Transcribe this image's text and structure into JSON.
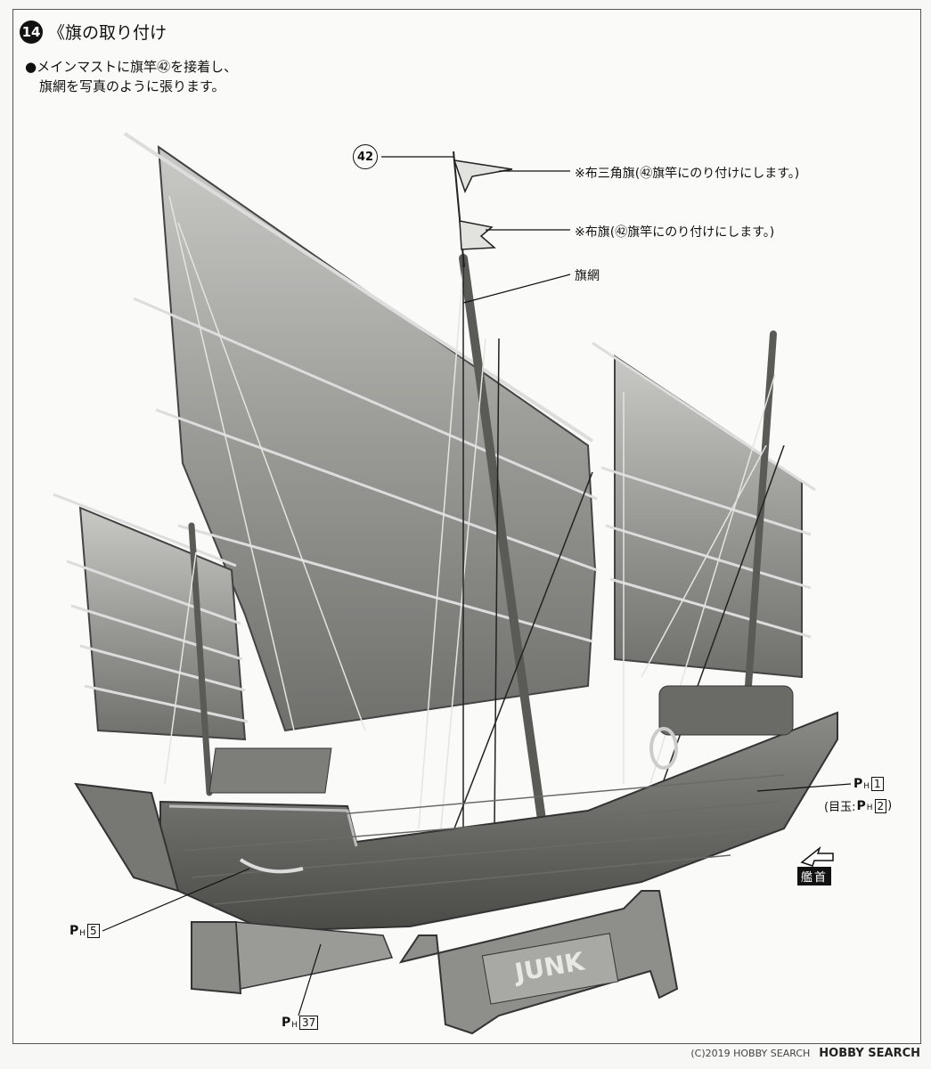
{
  "step": {
    "number": "14",
    "title": "《旗の取り付け"
  },
  "instructions": {
    "line1": "●メインマストに旗竿㊷を接着し、",
    "line2": "旗網を写真のように張ります。"
  },
  "callouts": {
    "part42": "42",
    "triangle_flag": "※布三角旗(㊷旗竿にのり付けにします。)",
    "cloth_flag": "※布旗(㊷旗竿にのり付けにします。)",
    "flag_line": "旗網"
  },
  "refs": {
    "ph1": {
      "p": "P",
      "h": "H",
      "num": "1"
    },
    "ph1_note": {
      "prefix": "(目玉:",
      "p": "P",
      "h": "H",
      "num": "2",
      "suffix": ")"
    },
    "ph5": {
      "p": "P",
      "h": "H",
      "num": "5"
    },
    "ph37": {
      "p": "P",
      "h": "H",
      "num": "37"
    }
  },
  "bow": {
    "label": "艦首"
  },
  "stand_plate": {
    "text": "JUNK"
  },
  "footer": {
    "copyright": "(C)2019 HOBBY SEARCH",
    "brand": "HOBBY SEARCH"
  }
}
